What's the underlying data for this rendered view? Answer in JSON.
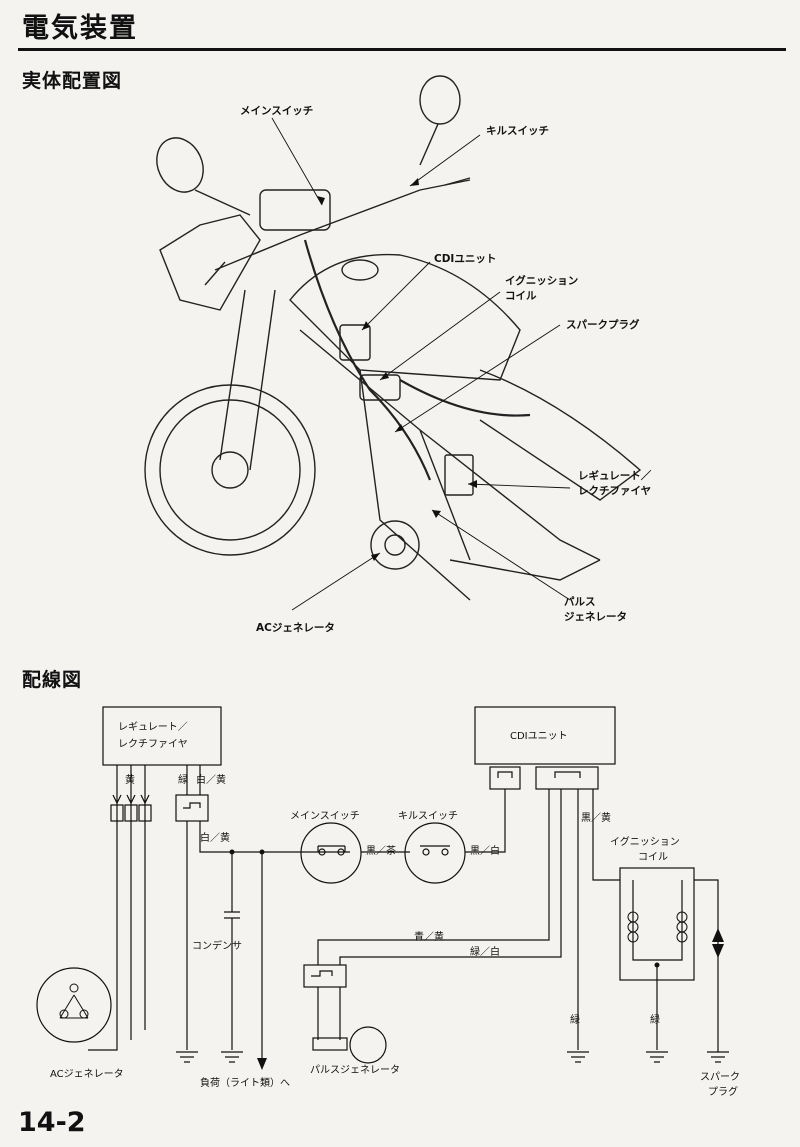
{
  "page": {
    "section_title": "電気装置",
    "layout_title": "実体配置図",
    "wiring_title": "配線図",
    "page_number": "14-2"
  },
  "illustration_labels": {
    "main_switch": "メインスイッチ",
    "kill_switch": "キルスイッチ",
    "cdi_unit": "CDIユニット",
    "ignition_coil_1": "イグニッション",
    "ignition_coil_2": "コイル",
    "spark_plug": "スパークプラグ",
    "regulator_1": "レギュレート／",
    "regulator_2": "レクチファイヤ",
    "pulse_gen_1": "パルス",
    "pulse_gen_2": "ジェネレータ",
    "ac_generator": "ACジェネレータ"
  },
  "wiring": {
    "regulator_1": "レギュレート／",
    "regulator_2": "レクチファイヤ",
    "cdi_unit": "CDIユニット",
    "yellow": "黄",
    "green": "緑",
    "white_yellow": "白／黄",
    "white_yellow_2": "白／黄",
    "main_switch": "メインスイッチ",
    "kill_switch": "キルスイッチ",
    "black_brown": "黒／茶",
    "black_white": "黒／白",
    "black_yellow": "黒／黄",
    "ignition_coil_1": "イグニッション",
    "ignition_coil_2": "コイル",
    "condenser": "コンデンサ",
    "blue_yellow": "青／黄",
    "green_white": "緑／白",
    "green_a": "緑",
    "green_b": "緑",
    "ac_generator": "ACジェネレータ",
    "load": "負荷（ライト類）へ",
    "pulse_generator": "パルスジェネレータ",
    "spark_plug_1": "スパーク",
    "spark_plug_2": "プラグ"
  }
}
